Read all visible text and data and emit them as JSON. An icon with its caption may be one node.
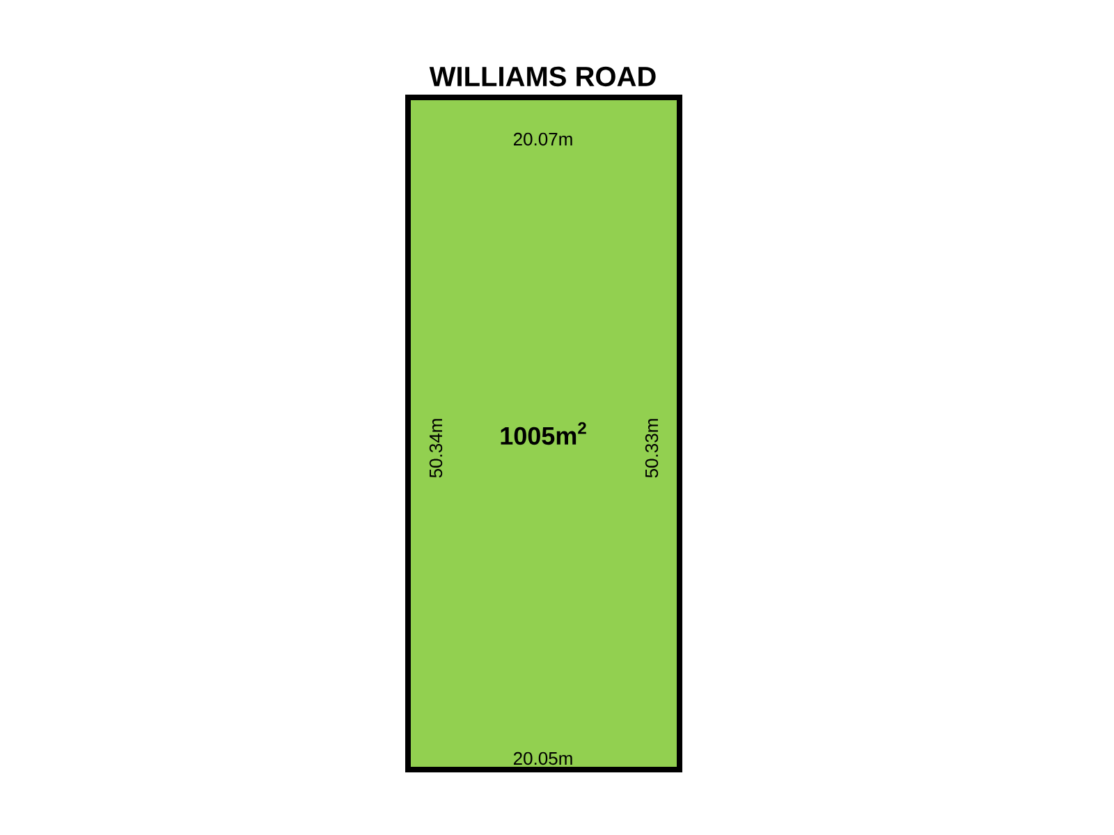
{
  "diagram": {
    "nodes": [
      {
        "text": [
          "1005m$^{2}$"
        ]
      }
    ],
    "labels": [
      "WILLIAMS ROAD",
      "20.07m",
      "50.34m",
      "50.33m",
      "20.05m"
    ]
  }
}
